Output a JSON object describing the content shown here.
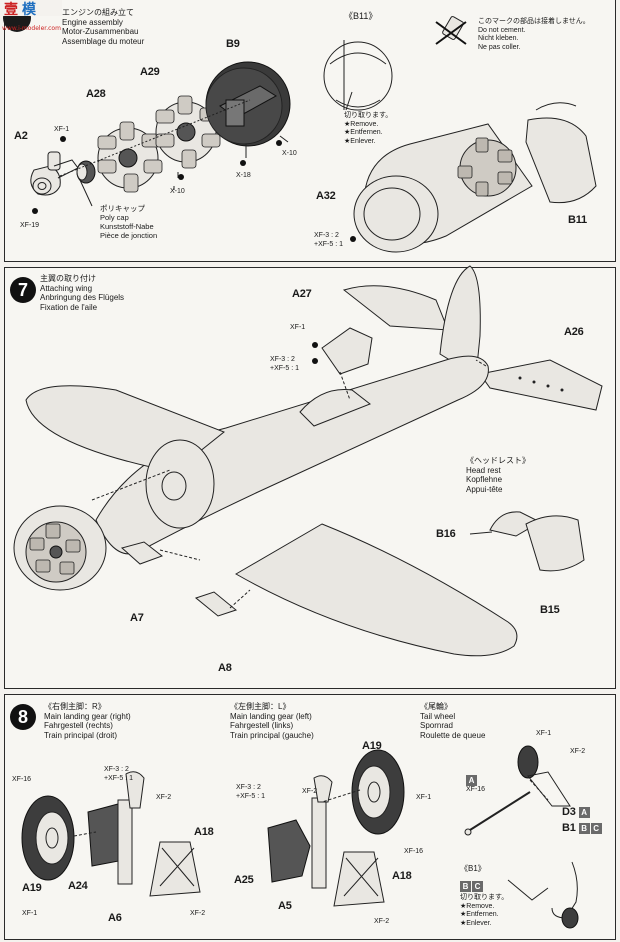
{
  "watermark": {
    "chars": "壹",
    "text2": "模",
    "url": "www.i-modeler.com"
  },
  "step6": {
    "title_jp": "エンジンの組み立て",
    "title_en": "Engine assembly",
    "title_de": "Motor-Zusammenbau",
    "title_fr": "Assemblage du moteur",
    "parts": {
      "a2": "A2",
      "a28": "A28",
      "a29": "A29",
      "b9": "B9",
      "a32": "A32",
      "b11": "B11"
    },
    "paints": {
      "xf1": "XF-1",
      "xf19": "XF-19",
      "x10a": "X-10",
      "x10b": "X-10",
      "x18": "X-18",
      "mix": "XF-3 : 2\n+XF-5 : 1"
    },
    "polycap": {
      "jp": "ポリキャップ",
      "en": "Poly cap",
      "de": "Kunststoff-Nabe",
      "fr": "Pièce de jonction"
    },
    "b11_detail": {
      "label": "《B11》",
      "jp": "切り取ります。",
      "en": "★Remove.",
      "de": "★Entfernen.",
      "fr": "★Enlever."
    },
    "no_cement": {
      "jp": "このマークの部品は接着しません。",
      "en": "Do not cement.",
      "de": "Nicht kleben.",
      "fr": "Ne pas coller."
    }
  },
  "step7": {
    "num": "7",
    "title_jp": "主翼の取り付け",
    "title_en": "Attaching wing",
    "title_de": "Anbringung des Flügels",
    "title_fr": "Fixation de l'aile",
    "parts": {
      "a27": "A27",
      "a26": "A26",
      "a7": "A7",
      "a8": "A8",
      "b16": "B16",
      "b15": "B15"
    },
    "paints": {
      "xf1": "XF-1",
      "mix": "XF-3 : 2\n+XF-5 : 1"
    },
    "headrest": {
      "jp": "《ヘッドレスト》",
      "en": "Head rest",
      "de": "Kopflehne",
      "fr": "Appui-tête"
    }
  },
  "step8": {
    "num": "8",
    "right": {
      "jp": "《右側主脚：R》",
      "en": "Main landing gear (right)",
      "de": "Fahrgestell (rechts)",
      "fr": "Train principal (droit)"
    },
    "left": {
      "jp": "《左側主脚：L》",
      "en": "Main landing gear (left)",
      "de": "Fahrgestell (links)",
      "fr": "Train principal (gauche)"
    },
    "tail": {
      "jp": "《尾輪》",
      "en": "Tail wheel",
      "de": "Spornrad",
      "fr": "Roulette de queue"
    },
    "parts_r": {
      "a19": "A19",
      "a24": "A24",
      "a6": "A6",
      "a18": "A18"
    },
    "parts_l": {
      "a19": "A19",
      "a25": "A25",
      "a5": "A5",
      "a18": "A18"
    },
    "parts_t": {
      "d3": "D3",
      "b1": "B1"
    },
    "paints_r": {
      "xf16": "XF-16",
      "mix": "XF-3 : 2\n+XF-5 : 1",
      "xf2": "XF-2",
      "xf1": "XF-1",
      "xf2b": "XF-2"
    },
    "paints_l": {
      "mix": "XF-3 : 2\n+XF-5 : 1",
      "xf2": "XF-2",
      "xf1": "XF-1",
      "xf16": "XF-16",
      "xf2b": "XF-2"
    },
    "paints_t": {
      "xf1": "XF-1",
      "xf2": "XF-2",
      "xf16": "XF-16"
    },
    "boxes": {
      "a": "A",
      "b": "B",
      "c": "C"
    },
    "b1_detail": {
      "label": "《B1》",
      "jp": "切り取ります。",
      "en": "★Remove.",
      "de": "★Entfernen.",
      "fr": "★Enlever."
    }
  }
}
